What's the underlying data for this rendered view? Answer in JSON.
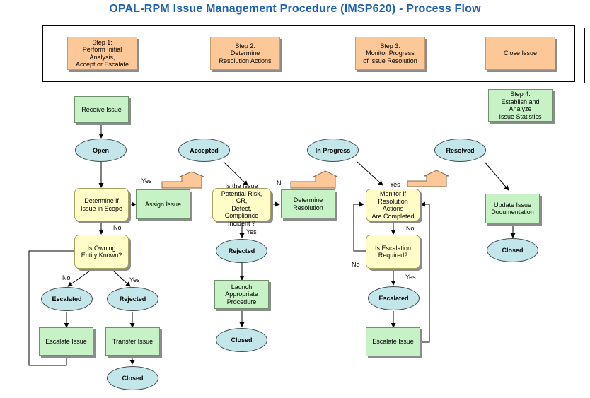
{
  "title": "OPAL-RPM Issue Management Procedure (IMSP620)  -  Process Flow",
  "steps": [
    {
      "id": "step1",
      "text": "Step 1:\nPerform Initial Analysis,\nAccept or Escalate"
    },
    {
      "id": "step2",
      "text": "Step 2:\nDetermine\nResolution Actions"
    },
    {
      "id": "step3",
      "text": "Step 3:\nMonitor Progress\nof Issue Resolution"
    },
    {
      "id": "close",
      "text": "Close Issue"
    }
  ],
  "step4": "Step 4:\nEstablish and Analyze\nIssue Statistics",
  "processes": [
    {
      "id": "receive",
      "text": "Receive Issue"
    },
    {
      "id": "assign",
      "text": "Assign Issue"
    },
    {
      "id": "escalate1",
      "text": "Escalate Issue"
    },
    {
      "id": "transfer",
      "text": "Transfer Issue"
    },
    {
      "id": "launch",
      "text": "Launch\nAppropriate\nProcedure"
    },
    {
      "id": "determine_res",
      "text": "Determine\nResolution"
    },
    {
      "id": "escalate2",
      "text": "Escalate Issue"
    },
    {
      "id": "update",
      "text": "Update Issue\nDocumentation"
    }
  ],
  "decisions": [
    {
      "id": "scope",
      "text": "Determine if\nIssue in Scope"
    },
    {
      "id": "owning",
      "text": "Is Owning\nEntity Known?"
    },
    {
      "id": "risk",
      "text": "Is the Issue\nPotential Risk, CR,\nDefect, Compliance\nIncident ?"
    },
    {
      "id": "monitor",
      "text": "Monitor if\nResolution Actions\nAre Completed"
    },
    {
      "id": "escreq",
      "text": "Is Escalation\nRequired?"
    }
  ],
  "states": [
    {
      "id": "open",
      "text": "Open"
    },
    {
      "id": "accepted",
      "text": "Accepted"
    },
    {
      "id": "inprogress",
      "text": "In Progress"
    },
    {
      "id": "resolved",
      "text": "Resolved"
    },
    {
      "id": "escalated1",
      "text": "Escalated"
    },
    {
      "id": "rejected1",
      "text": "Rejected"
    },
    {
      "id": "closed1",
      "text": "Closed"
    },
    {
      "id": "rejected2",
      "text": "Rejected"
    },
    {
      "id": "closed2",
      "text": "Closed"
    },
    {
      "id": "escalated2",
      "text": "Escalated"
    },
    {
      "id": "closed3",
      "text": "Closed"
    },
    {
      "id": "closed4",
      "text": "Closed"
    }
  ],
  "labels": [
    {
      "id": "yes1",
      "text": "Yes"
    },
    {
      "id": "no1",
      "text": "No"
    },
    {
      "id": "no2",
      "text": "No"
    },
    {
      "id": "yes2",
      "text": "Yes"
    },
    {
      "id": "no3",
      "text": "No"
    },
    {
      "id": "yes3",
      "text": "Yes"
    },
    {
      "id": "yes4",
      "text": "Yes"
    },
    {
      "id": "no4",
      "text": "No"
    },
    {
      "id": "no5",
      "text": "No"
    },
    {
      "id": "yes5",
      "text": "Yes"
    }
  ]
}
